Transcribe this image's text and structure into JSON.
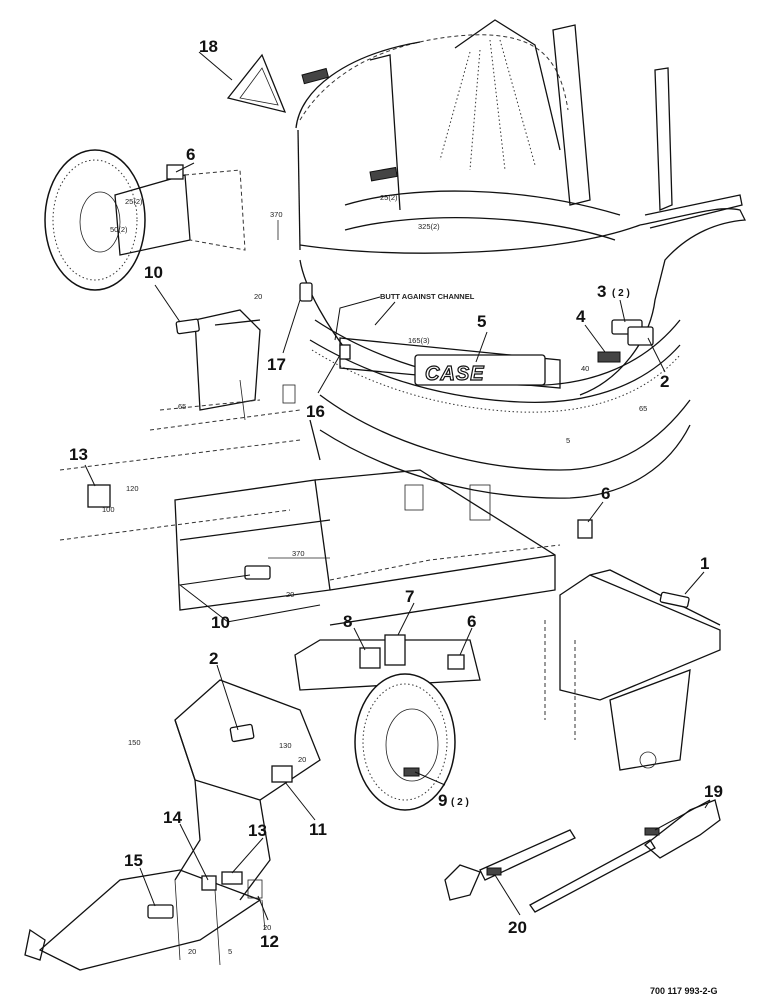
{
  "diagram": {
    "callouts": {
      "c1": "1",
      "c2a": "2",
      "c2b": "2",
      "c3": "3",
      "c3_qty": "( 2 )",
      "c4": "4",
      "c5": "5",
      "c6a": "6",
      "c6b": "6",
      "c6c": "6",
      "c7": "7",
      "c8": "8",
      "c9": "9",
      "c9_qty": "( 2 )",
      "c10a": "10",
      "c10b": "10",
      "c11": "11",
      "c12": "12",
      "c13a": "13",
      "c13b": "13",
      "c14": "14",
      "c15": "15",
      "c16": "16",
      "c17": "17",
      "c18": "18",
      "c19": "19",
      "c20": "20"
    },
    "dimensions": {
      "d370a": "370",
      "d370b": "370",
      "d25a": "25(2)",
      "d25b": "25(2)",
      "d50": "50(2)",
      "d325": "325(2)",
      "d20a": "20",
      "d20b": "20",
      "d20c": "20",
      "d20d": "20",
      "d20e": "20",
      "d165": "165(3)",
      "d40": "40",
      "d65a": "65",
      "d65b": "65",
      "d5a": "5",
      "d5b": "5",
      "d120": "120",
      "d100": "100",
      "d150": "150",
      "d130": "130"
    },
    "note": "BUTT AGAINST CHANNEL",
    "brand_decal": "CASE",
    "drawing_number": "700 117 993-2-G"
  }
}
